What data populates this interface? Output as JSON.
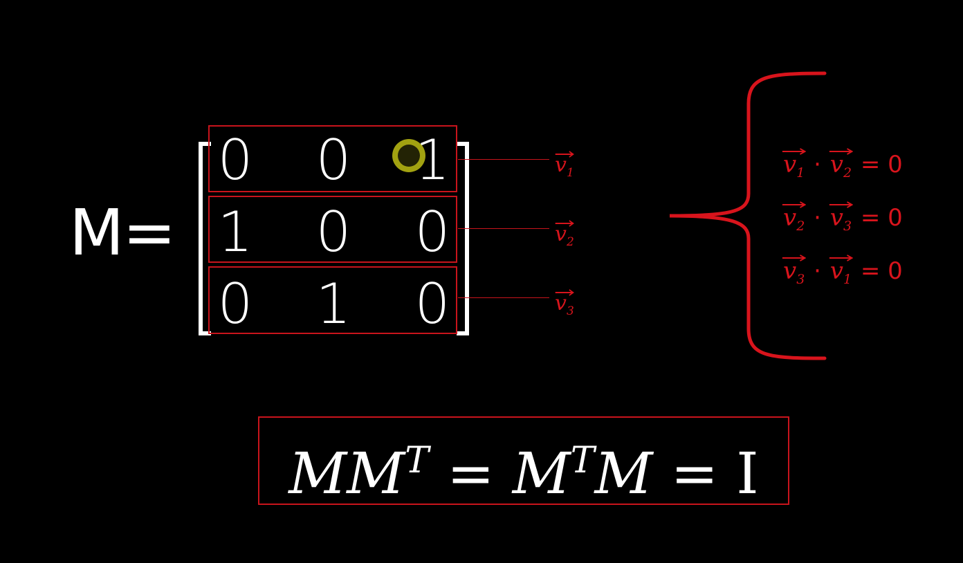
{
  "lhs": {
    "symbol": "M",
    "equals": "="
  },
  "matrix": {
    "rows": [
      [
        "0",
        "0",
        "1"
      ],
      [
        "1",
        "0",
        "0"
      ],
      [
        "0",
        "1",
        "0"
      ]
    ]
  },
  "row_vectors": [
    {
      "letter": "v",
      "sub": "1"
    },
    {
      "letter": "v",
      "sub": "2"
    },
    {
      "letter": "v",
      "sub": "3"
    }
  ],
  "orthogonality": [
    {
      "a": "v",
      "a_sub": "1",
      "dot": "·",
      "b": "v",
      "b_sub": "2",
      "rhs": "= 0"
    },
    {
      "a": "v",
      "a_sub": "2",
      "dot": "·",
      "b": "v",
      "b_sub": "3",
      "rhs": "= 0"
    },
    {
      "a": "v",
      "a_sub": "3",
      "dot": "·",
      "b": "v",
      "b_sub": "1",
      "rhs": "= 0"
    }
  ],
  "identity": {
    "m1": "M",
    "m2": "M",
    "t1": "T",
    "eq1": "=",
    "m3": "M",
    "t2": "T",
    "m4": "M",
    "eq2": "=",
    "I": "I"
  },
  "colors": {
    "accent": "#d8141c",
    "text": "#ffffff",
    "background": "#000000",
    "cursor": "#b9b914"
  }
}
